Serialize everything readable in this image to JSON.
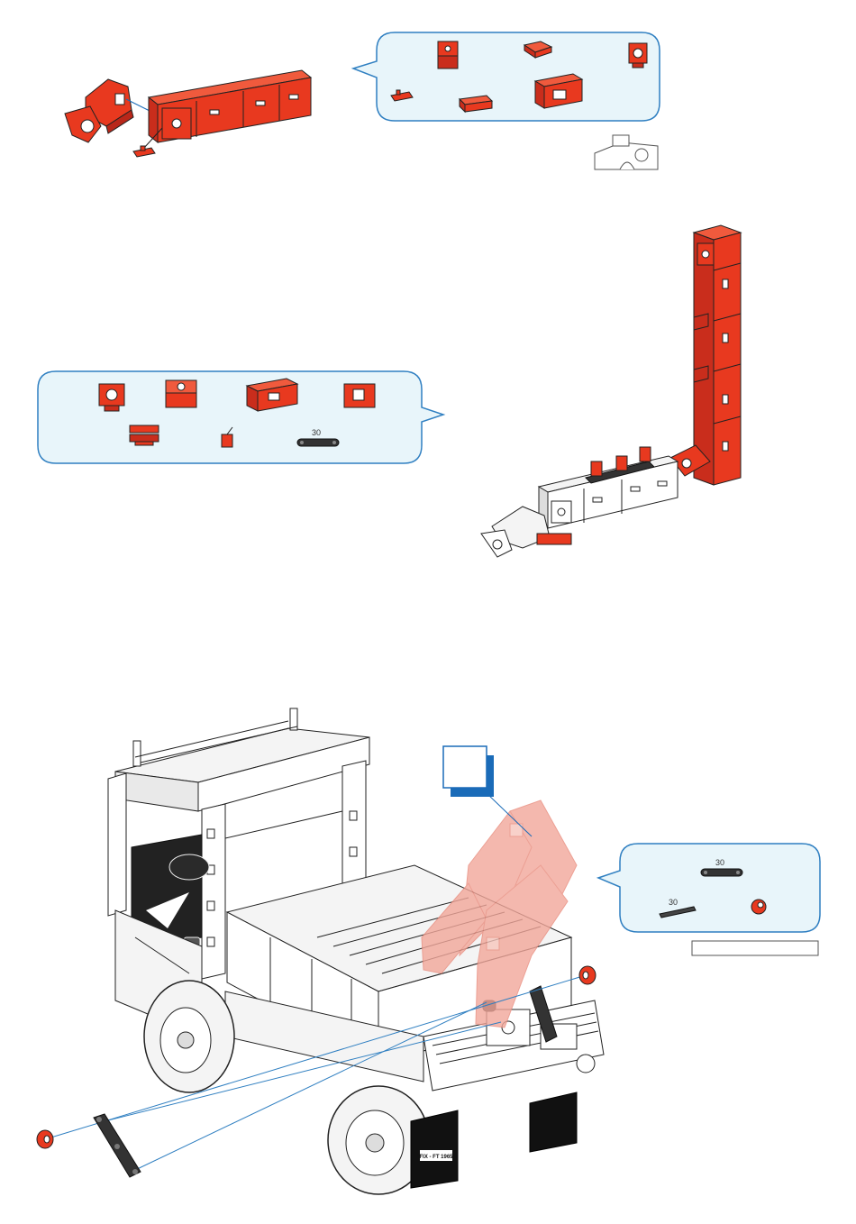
{
  "page": {
    "background": "#ffffff",
    "part_color": "#e8391f",
    "callout_border": "#2f7fc1",
    "callout_fill": "#e8f5fa",
    "ghost_color": "#f2a79a",
    "step_box_color": "#1a6bb8"
  },
  "step1": {
    "callout_parts": [
      "building-block-15-icon",
      "angle-block-icon",
      "hinge-block-icon",
      "clip-plate-icon",
      "flat-plate-icon",
      "frame-block-icon"
    ]
  },
  "step2": {
    "callout_parts": [
      "hinge-block-icon",
      "building-block-15-icon",
      "frame-block-icon",
      "box-block-icon",
      "spring-clip-icon",
      "small-pin-icon",
      "strut-30-icon"
    ],
    "strut_label": "30"
  },
  "step3": {
    "step_number": "",
    "callout_parts": [
      "strut-30-icon",
      "axle-30-icon",
      "clip-ring-icon"
    ],
    "strut_label": "30",
    "axle_label": "30",
    "license_plate": "FIX - FT 1965"
  }
}
